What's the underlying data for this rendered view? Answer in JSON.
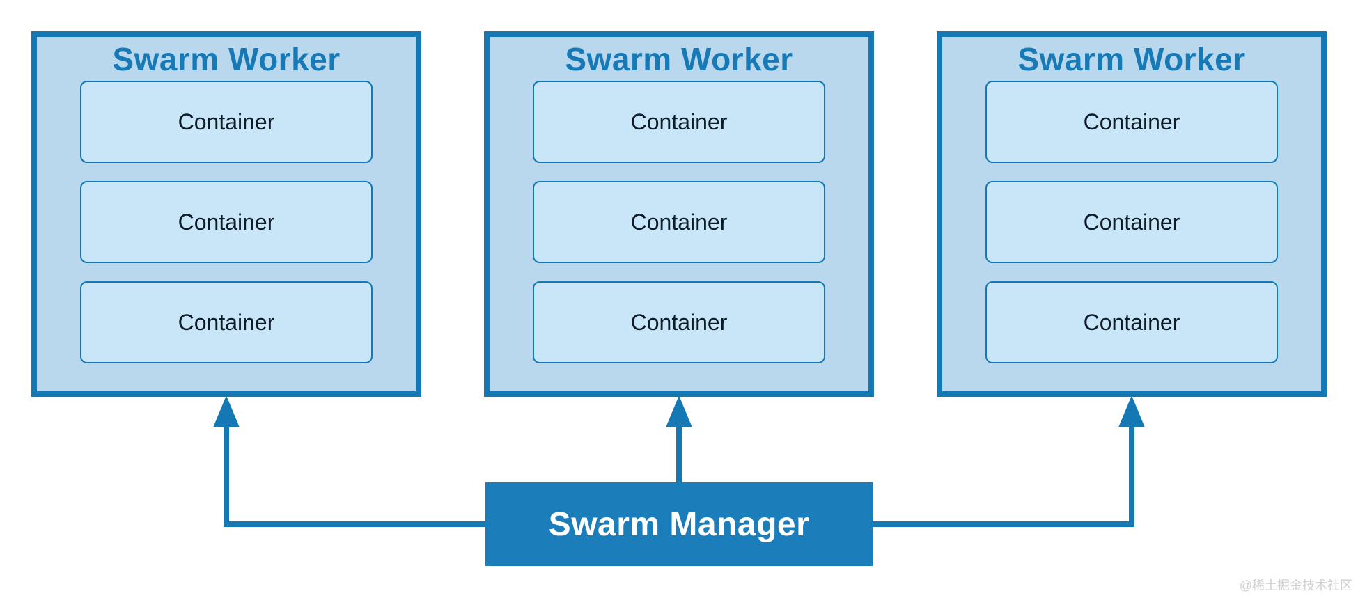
{
  "diagram": {
    "background": "#ffffff",
    "accent_color": "#1378b4",
    "worker_fill": "#b9d8ee",
    "container_fill": "#c8e6f8",
    "container_text_color": "#0e1c28",
    "title_color": "#177ab6",
    "manager_fill": "#1b7eba",
    "manager_text_color": "#ffffff",
    "watermark_color": "#d0d0d0"
  },
  "workers": [
    {
      "title": "Swarm Worker",
      "containers": [
        "Container",
        "Container",
        "Container"
      ]
    },
    {
      "title": "Swarm Worker",
      "containers": [
        "Container",
        "Container",
        "Container"
      ]
    },
    {
      "title": "Swarm Worker",
      "containers": [
        "Container",
        "Container",
        "Container"
      ]
    }
  ],
  "manager": {
    "label": "Swarm Manager"
  },
  "connectors": [
    {
      "from": "swarm-manager",
      "to": "swarm-worker-1",
      "arrowhead": "up"
    },
    {
      "from": "swarm-manager",
      "to": "swarm-worker-2",
      "arrowhead": "up"
    },
    {
      "from": "swarm-manager",
      "to": "swarm-worker-3",
      "arrowhead": "up"
    }
  ],
  "watermark": {
    "text": "@稀土掘金技术社区"
  }
}
